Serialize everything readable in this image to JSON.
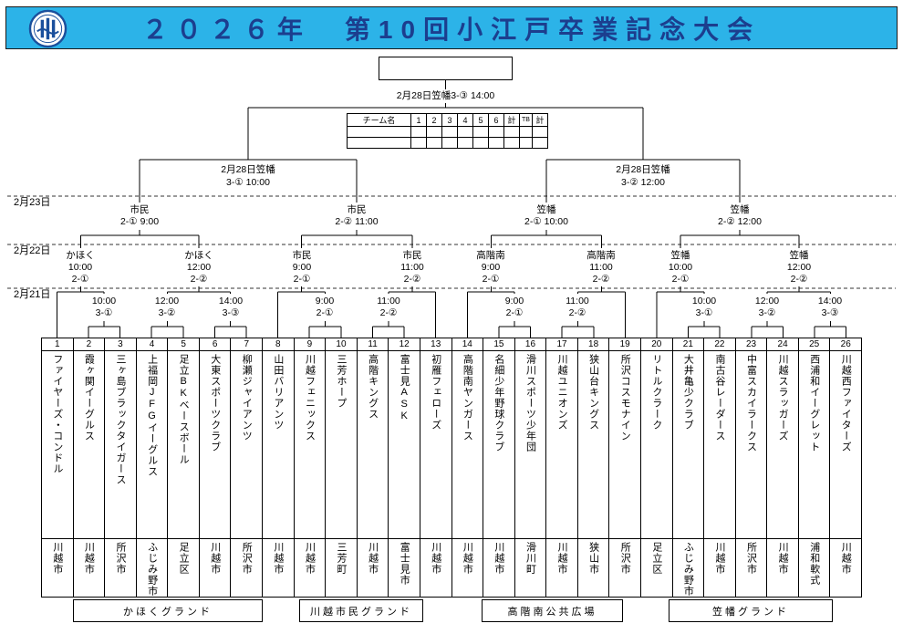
{
  "header": {
    "title": "２０２６年　第10回小江戸卒業記念大会"
  },
  "final": {
    "label": "2月28日笠幡3-③ 14:00"
  },
  "score_table": {
    "headers": [
      "チーム名",
      "1",
      "2",
      "3",
      "4",
      "5",
      "6",
      "計",
      "TB",
      "計"
    ]
  },
  "semifinals": [
    {
      "venue": "2月28日笠幡",
      "game": "3-① 10:00"
    },
    {
      "venue": "2月28日笠幡",
      "game": "3-② 12:00"
    }
  ],
  "date_labels": {
    "d23": "2月23日",
    "d22": "2月22日",
    "d21": "2月21日"
  },
  "round3": [
    {
      "venue": "市民",
      "game": "2-① 9:00"
    },
    {
      "venue": "市民",
      "game": "2-② 11:00"
    },
    {
      "venue": "笠幡",
      "game": "2-① 10:00"
    },
    {
      "venue": "笠幡",
      "game": "2-② 12:00"
    }
  ],
  "round2": [
    {
      "venue": "かほく",
      "time": "10:00",
      "game": "2-①"
    },
    {
      "venue": "かほく",
      "time": "12:00",
      "game": "2-②"
    },
    {
      "venue": "市民",
      "time": "9:00",
      "game": "2-①"
    },
    {
      "venue": "市民",
      "time": "11:00",
      "game": "2-②"
    },
    {
      "venue": "高階南",
      "time": "9:00",
      "game": "2-①"
    },
    {
      "venue": "高階南",
      "time": "11:00",
      "game": "2-②"
    },
    {
      "venue": "笠幡",
      "time": "10:00",
      "game": "2-①"
    },
    {
      "venue": "笠幡",
      "time": "12:00",
      "game": "2-②"
    }
  ],
  "round1": [
    {
      "time": "10:00",
      "game": "3-①"
    },
    {
      "time": "12:00",
      "game": "3-②"
    },
    {
      "time": "14:00",
      "game": "3-③"
    },
    {
      "time": "9:00",
      "game": "2-①"
    },
    {
      "time": "11:00",
      "game": "2-②"
    },
    {
      "time": "9:00",
      "game": "2-①"
    },
    {
      "time": "11:00",
      "game": "2-②"
    },
    {
      "time": "10:00",
      "game": "3-①"
    },
    {
      "time": "12:00",
      "game": "3-②"
    },
    {
      "time": "14:00",
      "game": "3-③"
    }
  ],
  "teams": [
    {
      "no": "1",
      "name": "ファイヤーズ・コンドル",
      "city": "川越市"
    },
    {
      "no": "2",
      "name": "霞ヶ関イーグルス",
      "city": "川越市"
    },
    {
      "no": "3",
      "name": "三ヶ島ブラックタイガース",
      "city": "所沢市"
    },
    {
      "no": "4",
      "name": "上福岡JFGイーグルス",
      "city": "ふじみ野市"
    },
    {
      "no": "5",
      "name": "足立BKベースボール",
      "city": "足立区"
    },
    {
      "no": "6",
      "name": "大東スポーツクラブ",
      "city": "川越市"
    },
    {
      "no": "7",
      "name": "柳瀬ジャイアンツ",
      "city": "所沢市"
    },
    {
      "no": "8",
      "name": "山田バリアンツ",
      "city": "川越市"
    },
    {
      "no": "9",
      "name": "川越フェニックス",
      "city": "川越市"
    },
    {
      "no": "10",
      "name": "三芳ホープ",
      "city": "三芳町"
    },
    {
      "no": "11",
      "name": "高階キングス",
      "city": "川越市"
    },
    {
      "no": "12",
      "name": "富士見ASK",
      "city": "富士見市"
    },
    {
      "no": "13",
      "name": "初雁フェローズ",
      "city": "川越市"
    },
    {
      "no": "14",
      "name": "高階南ヤンガース",
      "city": "川越市"
    },
    {
      "no": "15",
      "name": "名細少年野球クラブ",
      "city": "川越市"
    },
    {
      "no": "16",
      "name": "滑川スポーツ少年団",
      "city": "滑川町"
    },
    {
      "no": "17",
      "name": "川越ユニオンズ",
      "city": "川越市"
    },
    {
      "no": "18",
      "name": "狭山台キングス",
      "city": "狭山市"
    },
    {
      "no": "19",
      "name": "所沢コスモナイン",
      "city": "所沢市"
    },
    {
      "no": "20",
      "name": "リトルクラーク",
      "city": "足立区"
    },
    {
      "no": "21",
      "name": "大井亀少クラブ",
      "city": "ふじみ野市"
    },
    {
      "no": "22",
      "name": "南古谷レーダース",
      "city": "川越市"
    },
    {
      "no": "23",
      "name": "中富スカイラークス",
      "city": "所沢市"
    },
    {
      "no": "24",
      "name": "川越スラッガーズ",
      "city": "川越市"
    },
    {
      "no": "25",
      "name": "西浦和イーグレット",
      "city": "浦和軟式"
    },
    {
      "no": "26",
      "name": "川越西ファイターズ",
      "city": "川越市"
    }
  ],
  "grounds": [
    "かほくグランド",
    "川越市民グランド",
    "高階南公共広場",
    "笠幡グランド"
  ]
}
